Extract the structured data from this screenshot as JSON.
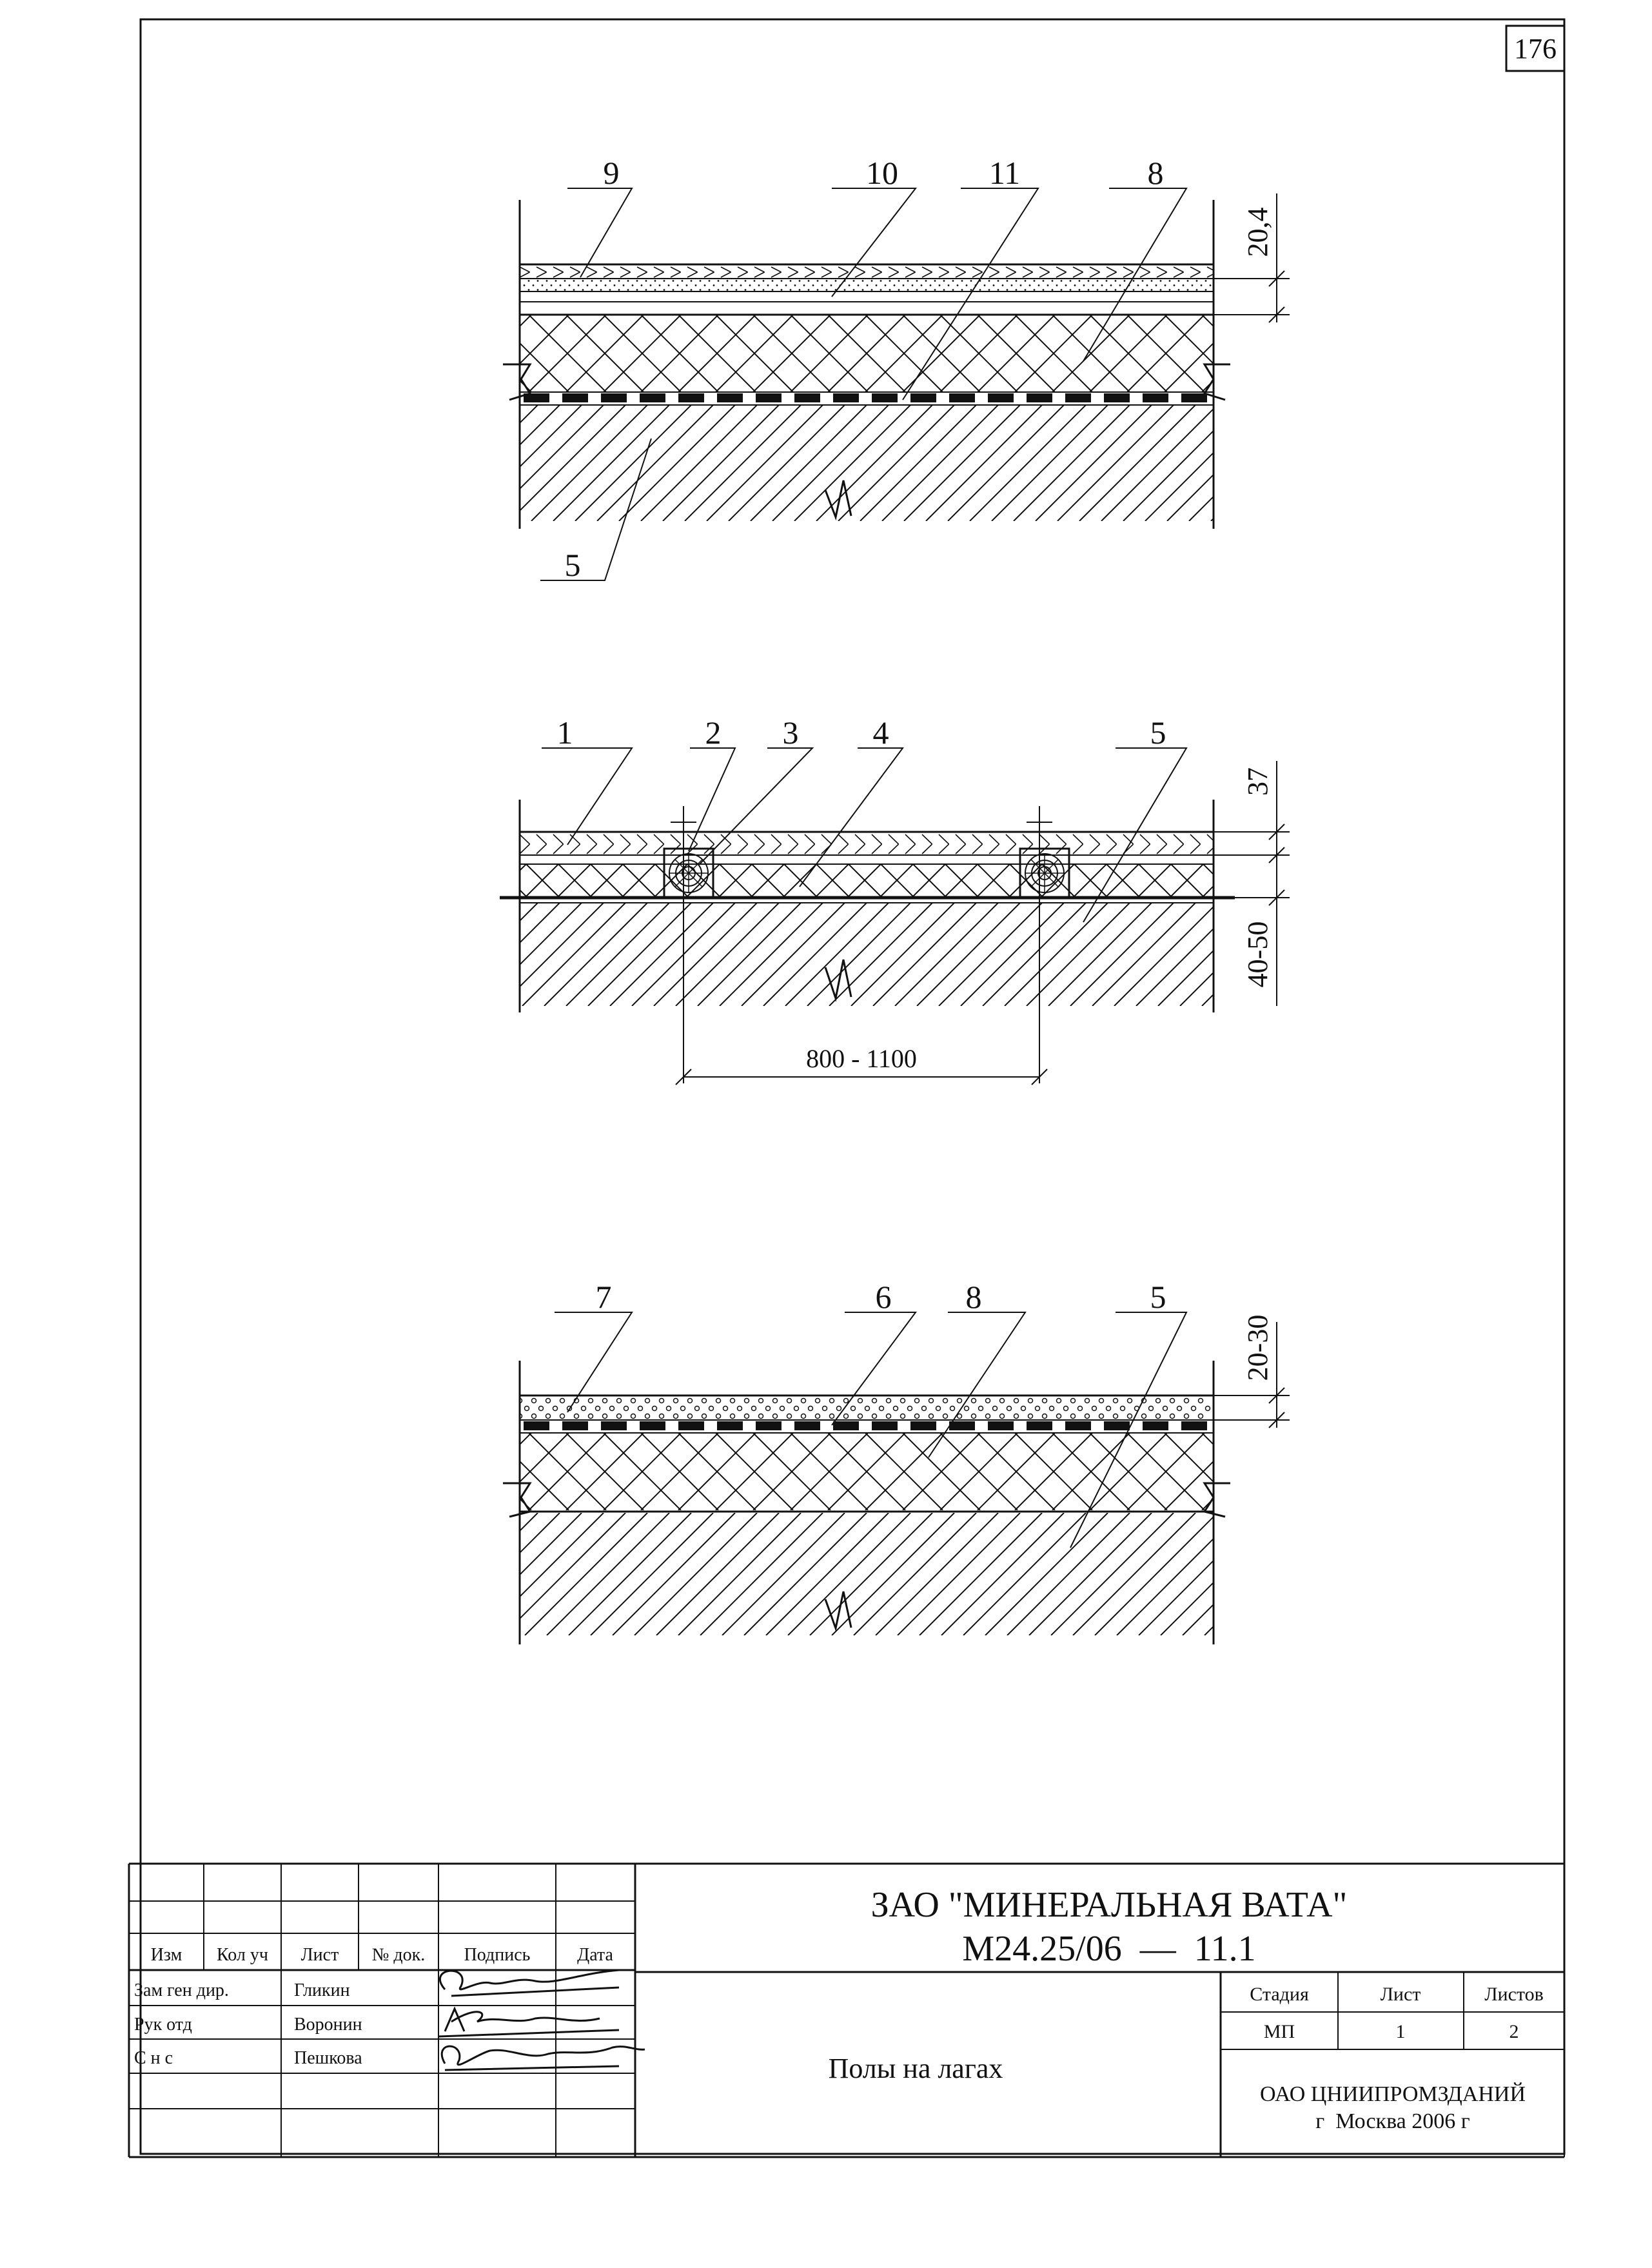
{
  "page_number": "176",
  "section_top": {
    "callouts": [
      "9",
      "10",
      "11",
      "8",
      "5"
    ],
    "dimension": "20,4"
  },
  "section_middle": {
    "callouts": [
      "1",
      "2",
      "3",
      "4",
      "5"
    ],
    "dimension_top": "37",
    "dimension_bottom": "40-50",
    "spacing": "800 - 1100"
  },
  "section_bottom": {
    "callouts": [
      "7",
      "6",
      "8",
      "5"
    ],
    "dimension": "20-30"
  },
  "title_block": {
    "organization": "ЗАО \"МИНЕРАЛЬНАЯ ВАТА\"",
    "document_code": "М24.25/06  —  11.1",
    "headers": [
      "Изм",
      "Кол уч",
      "Лист",
      "№ док.",
      "Подпись",
      "Дата"
    ],
    "rows": [
      {
        "role": "Зам ген дир.",
        "name": "Гликин"
      },
      {
        "role": "Рук отд",
        "name": "Воронин"
      },
      {
        "role": "С н с",
        "name": "Пешкова"
      }
    ],
    "sheet_title": "Полы на лагах",
    "stage_headers": [
      "Стадия",
      "Лист",
      "Листов"
    ],
    "stage_values": [
      "МП",
      "1",
      "2"
    ],
    "company": "ОАО ЦНИИПРОМЗДАНИЙ",
    "city_year": "г  Москва 2006 г"
  }
}
